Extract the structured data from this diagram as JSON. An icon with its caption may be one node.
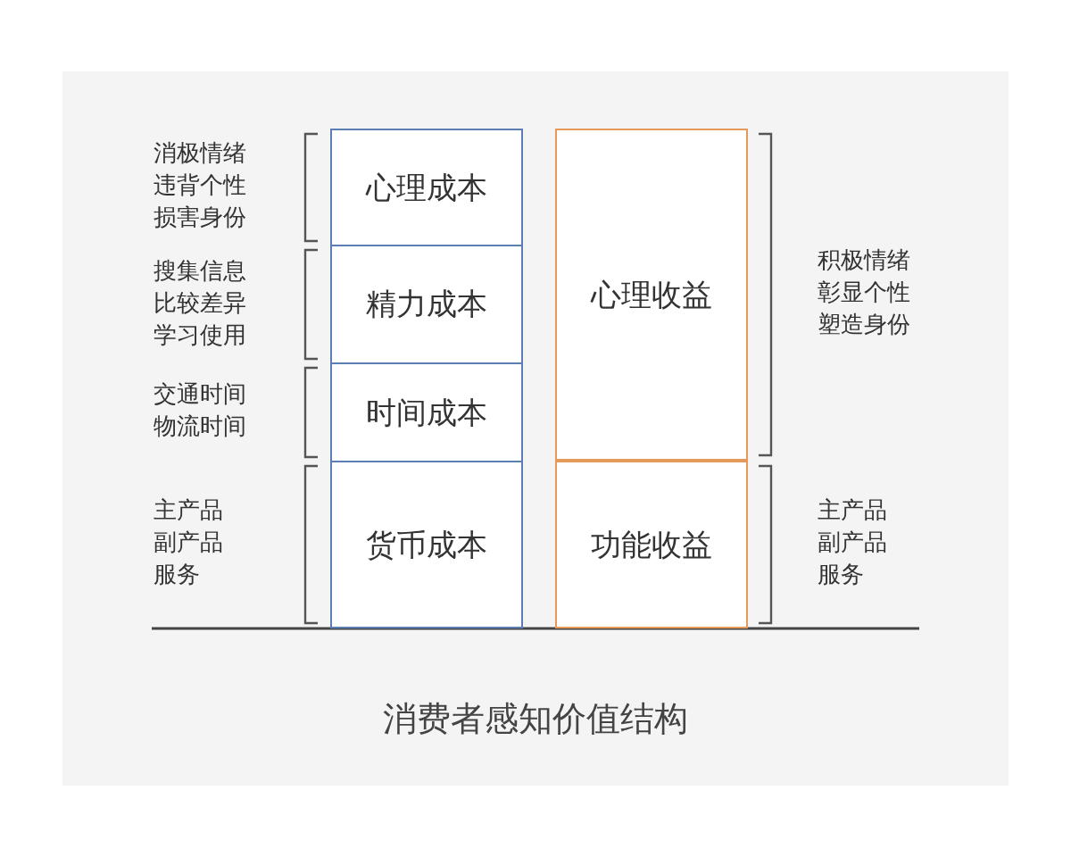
{
  "diagram": {
    "caption": "消费者感知价值结构",
    "nodes": [
      {
        "text": [
          "心理成本"
        ],
        "beside": [
          "消极情绪",
          "违背个性",
          "损害身份"
        ]
      },
      {
        "text": [
          "精力成本"
        ],
        "beside": [
          "搜集信息",
          "比较差异",
          "学习使用"
        ]
      },
      {
        "text": [
          "时间成本"
        ],
        "beside": [
          "交通时间",
          "物流时间"
        ]
      },
      {
        "text": [
          "货币成本"
        ],
        "beside": [
          "主产品",
          "副产品",
          "服务"
        ]
      },
      {
        "text": [
          "心理收益"
        ],
        "beside": [
          "积极情绪",
          "彰显个性",
          "塑造身份"
        ]
      },
      {
        "text": [
          "功能收益"
        ],
        "beside": [
          "主产品",
          "副产品",
          "服务"
        ]
      }
    ]
  }
}
